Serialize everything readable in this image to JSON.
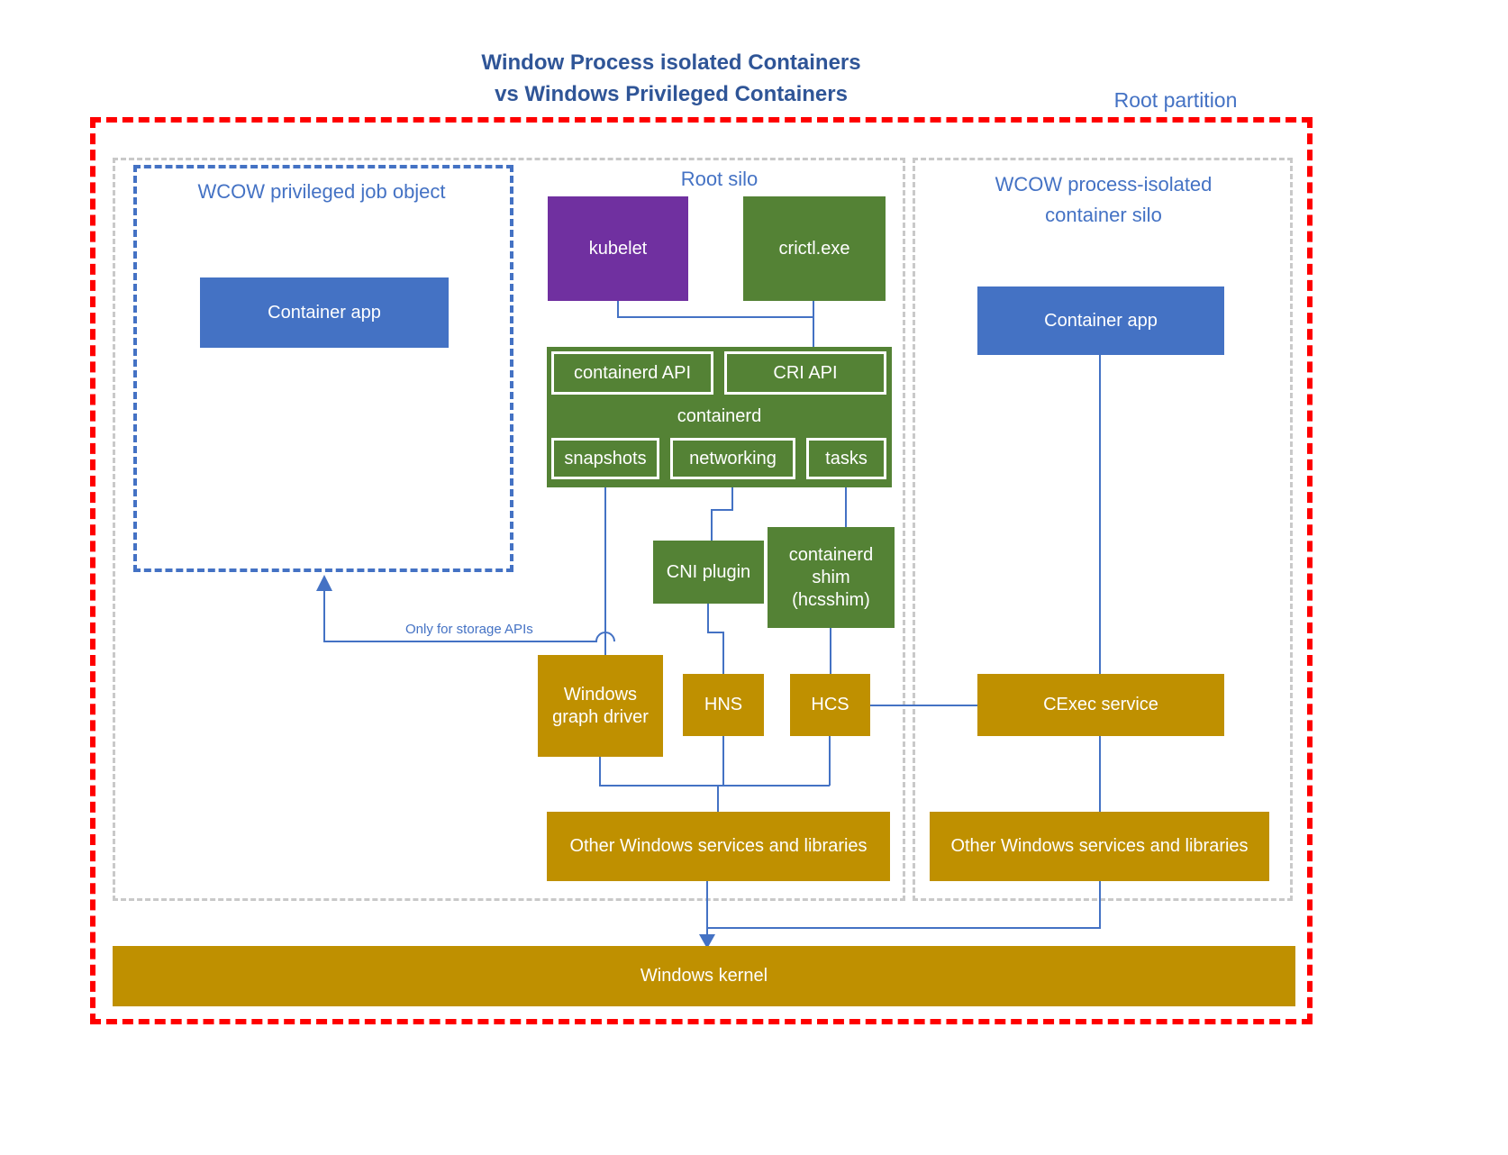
{
  "title": {
    "line1": "Window Process isolated Containers",
    "line2": "vs Windows Privileged Containers"
  },
  "labels": {
    "root_partition": "Root partition",
    "root_silo": "Root silo",
    "wcow_privileged_job_object": "WCOW privileged job object",
    "wcow_process_isolated_silo": "WCOW process-isolated container silo",
    "only_storage_apis": "Only for storage APIs"
  },
  "nodes": {
    "container_app_left": "Container app",
    "kubelet": "kubelet",
    "crictl": "crictl.exe",
    "containerd_api": "containerd API",
    "cri_api": "CRI API",
    "containerd": "containerd",
    "snapshots": "snapshots",
    "networking": "networking",
    "tasks": "tasks",
    "cni_plugin": "CNI plugin",
    "containerd_shim": "containerd shim (hcsshim)",
    "windows_graph_driver": "Windows graph driver",
    "hns": "HNS",
    "hcs": "HCS",
    "cexec_service": "CExec service",
    "other_windows_services_left": "Other Windows services and libraries",
    "other_windows_services_right": "Other Windows services and libraries",
    "container_app_right": "Container app",
    "windows_kernel": "Windows kernel"
  },
  "colors": {
    "title_blue": "#2F5597",
    "accent_blue": "#4472C4",
    "box_blue": "#4472C4",
    "box_green": "#548235",
    "box_purple": "#7030A0",
    "box_gold": "#BF9000",
    "border_red": "#FF0000",
    "border_gray": "#C9C9C9",
    "connector_blue": "#4472C4"
  }
}
